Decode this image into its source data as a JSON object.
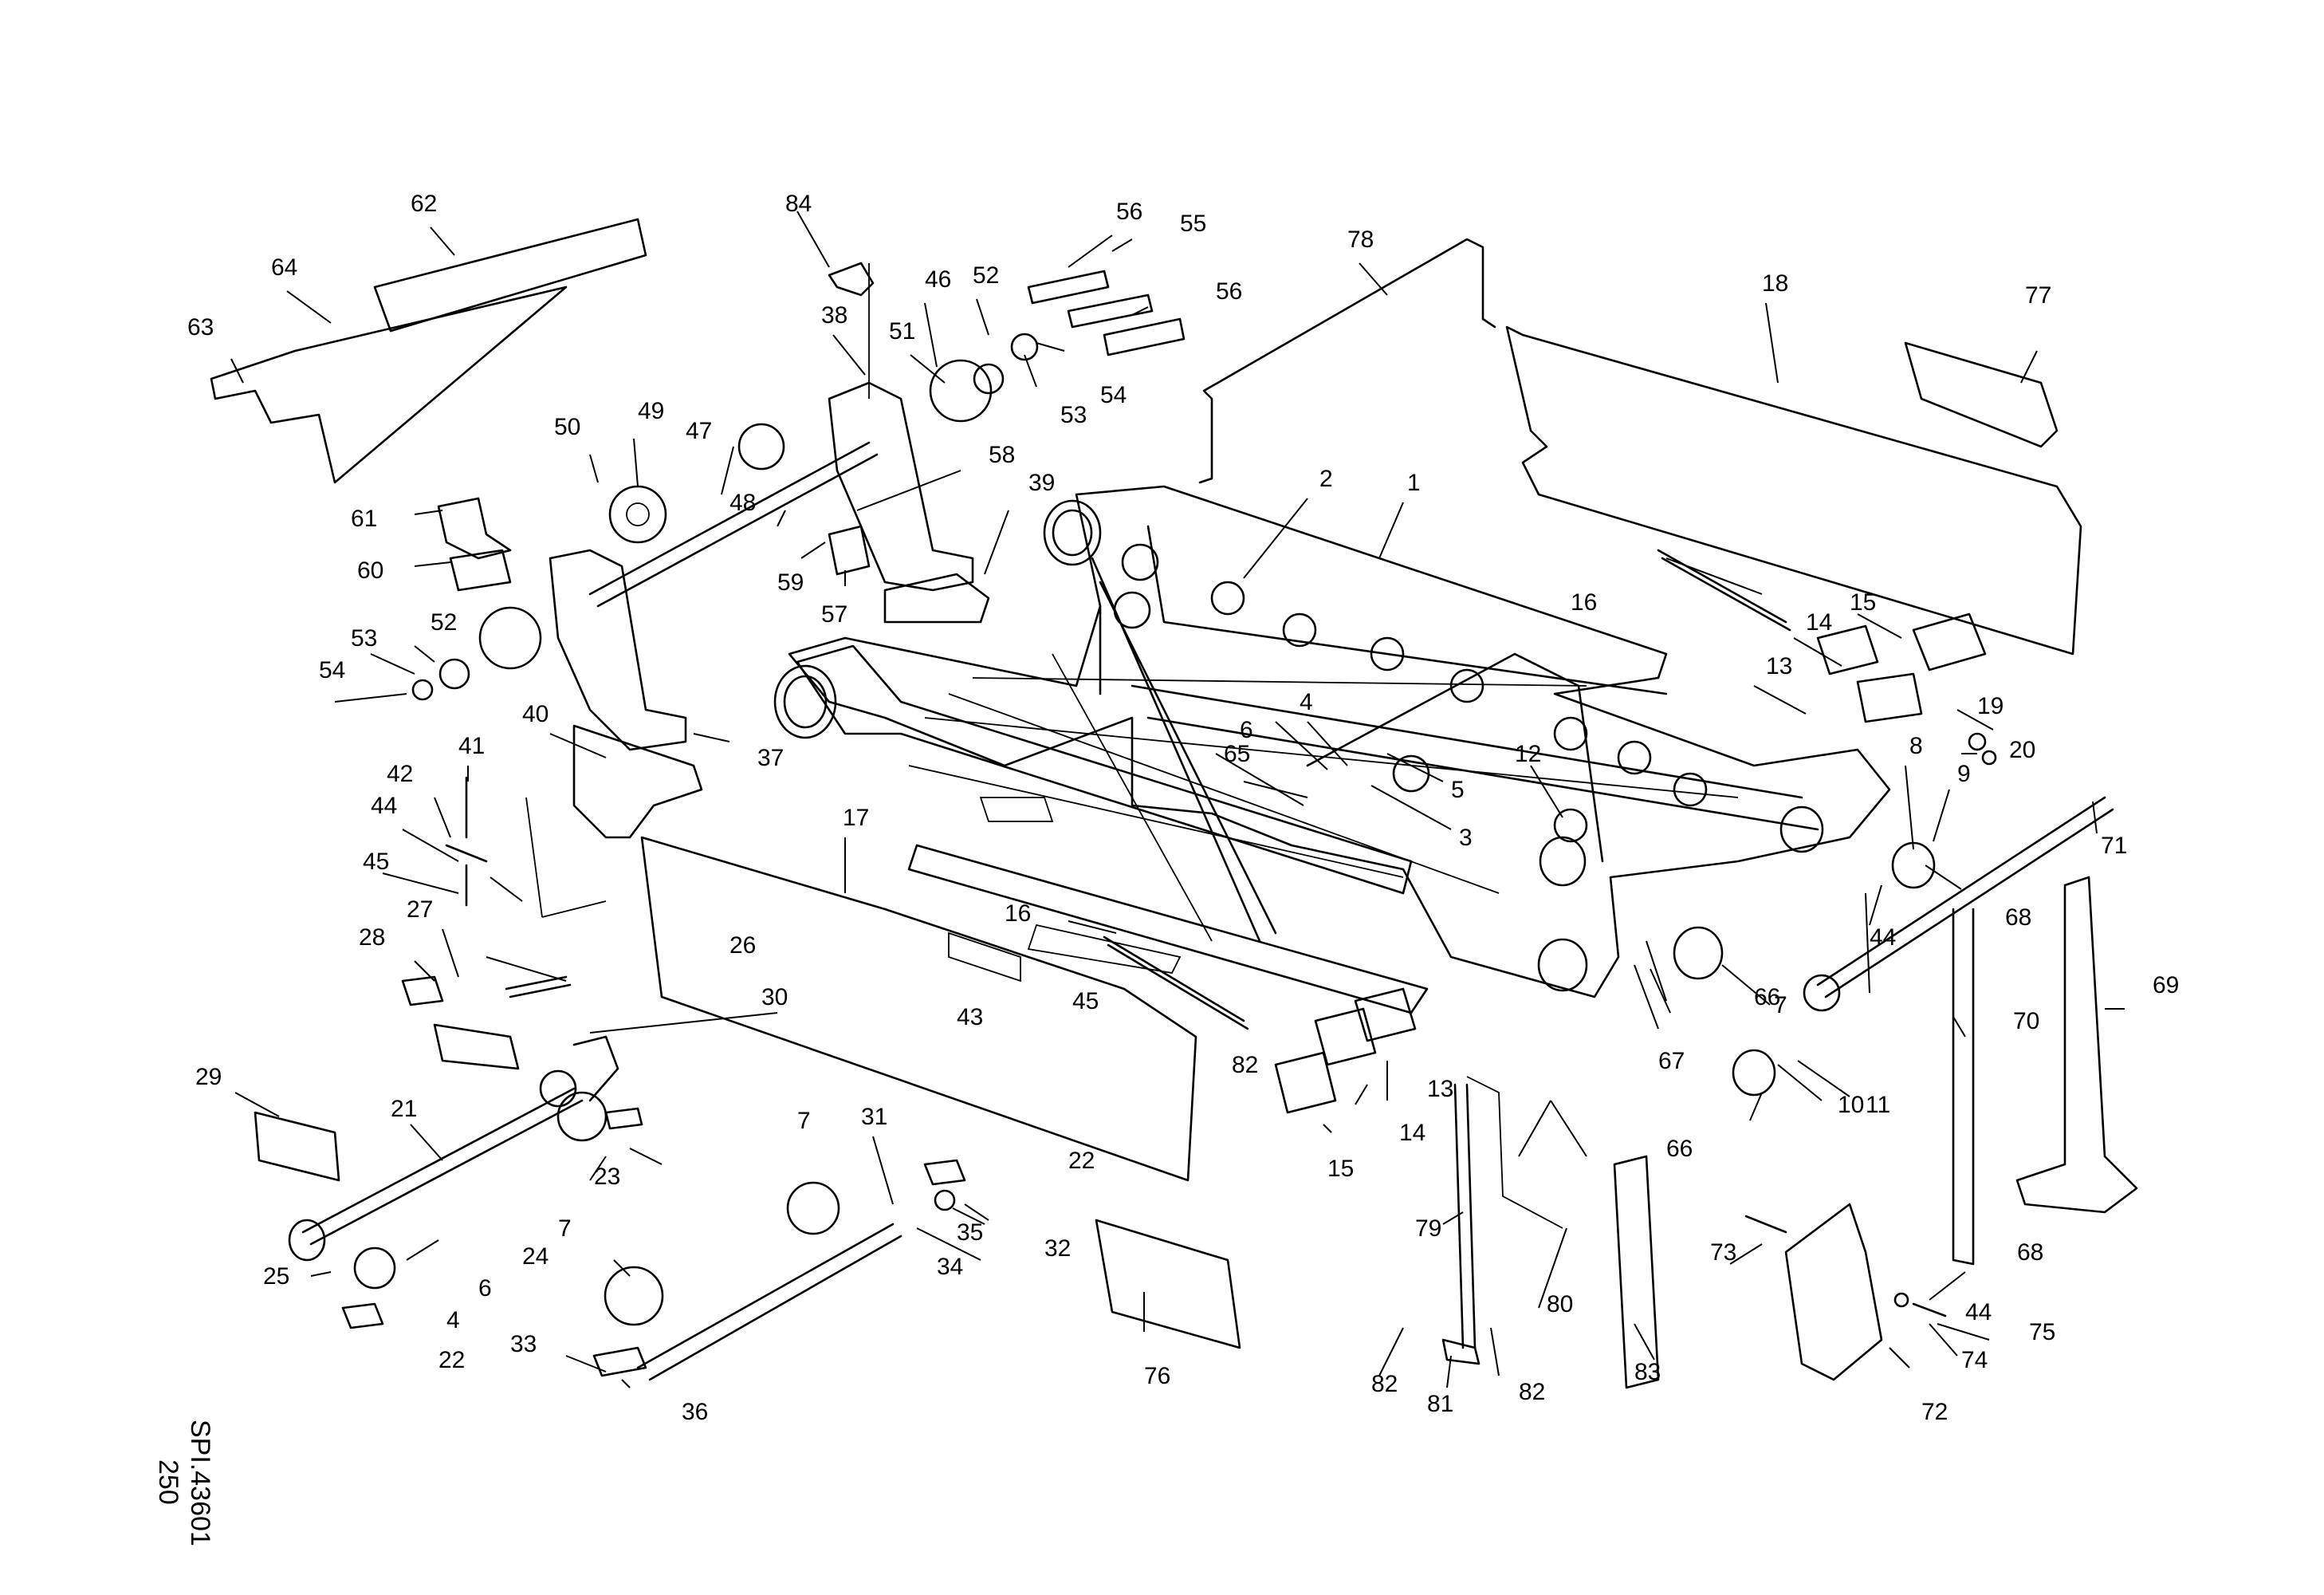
{
  "drawing": {
    "sheet_number": "250",
    "drawing_code": "SPI.43601"
  },
  "callouts": [
    {
      "label": "1"
    },
    {
      "label": "2"
    },
    {
      "label": "3"
    },
    {
      "label": "4"
    },
    {
      "label": "4"
    },
    {
      "label": "5"
    },
    {
      "label": "6"
    },
    {
      "label": "6"
    },
    {
      "label": "7"
    },
    {
      "label": "7"
    },
    {
      "label": "7"
    },
    {
      "label": "8"
    },
    {
      "label": "9"
    },
    {
      "label": "10"
    },
    {
      "label": "11"
    },
    {
      "label": "12"
    },
    {
      "label": "13"
    },
    {
      "label": "13"
    },
    {
      "label": "14"
    },
    {
      "label": "14"
    },
    {
      "label": "15"
    },
    {
      "label": "15"
    },
    {
      "label": "16"
    },
    {
      "label": "16"
    },
    {
      "label": "17"
    },
    {
      "label": "18"
    },
    {
      "label": "19"
    },
    {
      "label": "20"
    },
    {
      "label": "21"
    },
    {
      "label": "22"
    },
    {
      "label": "22"
    },
    {
      "label": "23"
    },
    {
      "label": "24"
    },
    {
      "label": "25"
    },
    {
      "label": "26"
    },
    {
      "label": "27"
    },
    {
      "label": "28"
    },
    {
      "label": "29"
    },
    {
      "label": "30"
    },
    {
      "label": "31"
    },
    {
      "label": "32"
    },
    {
      "label": "33"
    },
    {
      "label": "34"
    },
    {
      "label": "35"
    },
    {
      "label": "36"
    },
    {
      "label": "37"
    },
    {
      "label": "38"
    },
    {
      "label": "39"
    },
    {
      "label": "40"
    },
    {
      "label": "41"
    },
    {
      "label": "42"
    },
    {
      "label": "43"
    },
    {
      "label": "44"
    },
    {
      "label": "44"
    },
    {
      "label": "44"
    },
    {
      "label": "45"
    },
    {
      "label": "45"
    },
    {
      "label": "46"
    },
    {
      "label": "47"
    },
    {
      "label": "48"
    },
    {
      "label": "49"
    },
    {
      "label": "50"
    },
    {
      "label": "51"
    },
    {
      "label": "52"
    },
    {
      "label": "52"
    },
    {
      "label": "53"
    },
    {
      "label": "53"
    },
    {
      "label": "54"
    },
    {
      "label": "54"
    },
    {
      "label": "55"
    },
    {
      "label": "56"
    },
    {
      "label": "56"
    },
    {
      "label": "57"
    },
    {
      "label": "58"
    },
    {
      "label": "59"
    },
    {
      "label": "60"
    },
    {
      "label": "61"
    },
    {
      "label": "62"
    },
    {
      "label": "63"
    },
    {
      "label": "64"
    },
    {
      "label": "65"
    },
    {
      "label": "66"
    },
    {
      "label": "66"
    },
    {
      "label": "67"
    },
    {
      "label": "68"
    },
    {
      "label": "68"
    },
    {
      "label": "69"
    },
    {
      "label": "70"
    },
    {
      "label": "71"
    },
    {
      "label": "72"
    },
    {
      "label": "73"
    },
    {
      "label": "74"
    },
    {
      "label": "75"
    },
    {
      "label": "76"
    },
    {
      "label": "77"
    },
    {
      "label": "78"
    },
    {
      "label": "79"
    },
    {
      "label": "80"
    },
    {
      "label": "81"
    },
    {
      "label": "82"
    },
    {
      "label": "82"
    },
    {
      "label": "82"
    },
    {
      "label": "83"
    },
    {
      "label": "84"
    }
  ]
}
